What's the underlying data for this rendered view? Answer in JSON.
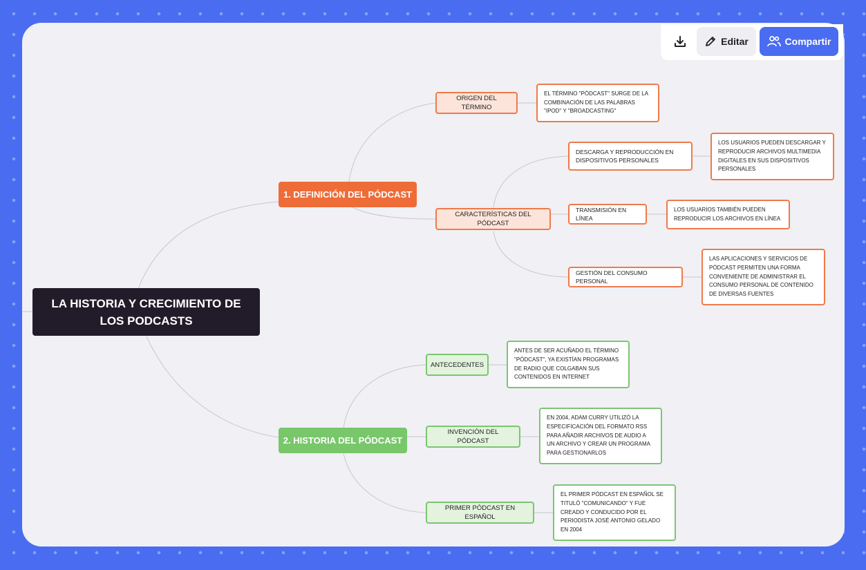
{
  "toolbar": {
    "download_icon": "download-icon",
    "edit_label": "Editar",
    "share_label": "Compartir"
  },
  "colors": {
    "background": "#4a6cf0",
    "root": "#221c2a",
    "orange": "#ee6c38",
    "green": "#78c76a"
  },
  "mindmap": {
    "root": "LA HISTORIA Y CRECIMIENTO DE LOS PODCASTS",
    "branch1": {
      "label": "1. DEFINICIÓN DEL PÓDCAST",
      "origen": {
        "label": "ORIGEN DEL TÉRMINO",
        "detail": "EL TÉRMINO \"PÓDCAST\" SURGE DE LA COMBINACIÓN DE LAS PALABRAS \"IPOD\" Y \"BROADCASTING\""
      },
      "caracteristicas": {
        "label": "CARACTERÍSTICAS DEL PÓDCAST",
        "descarga": {
          "label": "DESCARGA Y REPRODUCCIÓN EN DISPOSITIVOS PERSONALES",
          "detail": "LOS USUARIOS PUEDEN DESCARGAR Y REPRODUCIR ARCHIVOS MULTIMEDIA DIGITALES EN SUS DISPOSITIVOS PERSONALES"
        },
        "transmision": {
          "label": "TRANSMISIÓN EN LÍNEA",
          "detail": "LOS USUARIOS TAMBIÉN PUEDEN REPRODUCIR LOS ARCHIVOS EN LÍNEA"
        },
        "gestion": {
          "label": "GESTIÓN DEL CONSUMO PERSONAL",
          "detail": "LAS APLICACIONES Y SERVICIOS DE PÓDCAST PERMITEN UNA FORMA CONVENIENTE DE ADMINISTRAR EL CONSUMO PERSONAL DE CONTENIDO DE DIVERSAS FUENTES"
        }
      }
    },
    "branch2": {
      "label": "2. HISTORIA DEL PÓDCAST",
      "antecedentes": {
        "label": "ANTECEDENTES",
        "detail": "ANTES DE SER ACUÑADO EL TÉRMINO \"PÓDCAST\", YA EXISTÍAN PROGRAMAS DE RADIO QUE COLGABAN SUS CONTENIDOS EN INTERNET"
      },
      "invencion": {
        "label": "INVENCIÓN DEL PÓDCAST",
        "detail": "EN 2004, ADAM CURRY UTILIZÓ LA ESPECIFICACIÓN DEL FORMATO RSS PARA AÑADIR ARCHIVOS DE AUDIO A UN ARCHIVO Y CREAR UN PROGRAMA PARA GESTIONARLOS"
      },
      "primero": {
        "label": "PRIMER PÓDCAST EN ESPAÑOL",
        "detail": "EL PRIMER PÓDCAST EN ESPAÑOL SE TITULÓ \"COMUNICANDO\" Y FUE CREADO Y CONDUCIDO POR EL PERIODISTA JOSÉ ANTONIO GELADO EN 2004"
      }
    }
  }
}
